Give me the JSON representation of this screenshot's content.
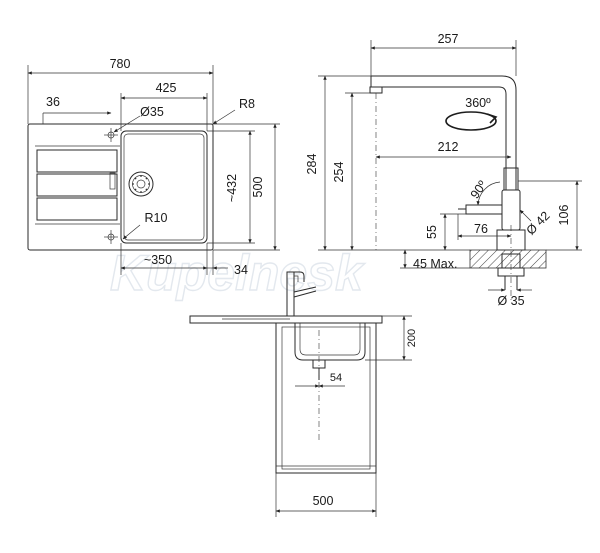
{
  "watermark": "Kupelnesk",
  "top_view": {
    "width": "780",
    "bowl_width": "425",
    "tap_offset": "36",
    "tap_hole": "Ø35",
    "corner_radius_outer": "R8",
    "corner_radius_bowl": "R10",
    "bowl_depth_span": "~432",
    "depth": "500",
    "bowl_length": "~350",
    "bowl_edge_offset": "34"
  },
  "tap_view": {
    "spout_reach": "257",
    "rotation": "360º",
    "spout_distance": "212",
    "height_total": "284",
    "height_spout": "254",
    "lever_angle": "90º",
    "body_diameter": "Ø 42",
    "lever_height": "55",
    "lever_reach": "76",
    "base_height": "106",
    "worktop_max": "45 Max.",
    "hole_diameter": "Ø 35"
  },
  "section_view": {
    "bowl_depth": "200",
    "drain_offset": "54",
    "cabinet_width": "500"
  }
}
